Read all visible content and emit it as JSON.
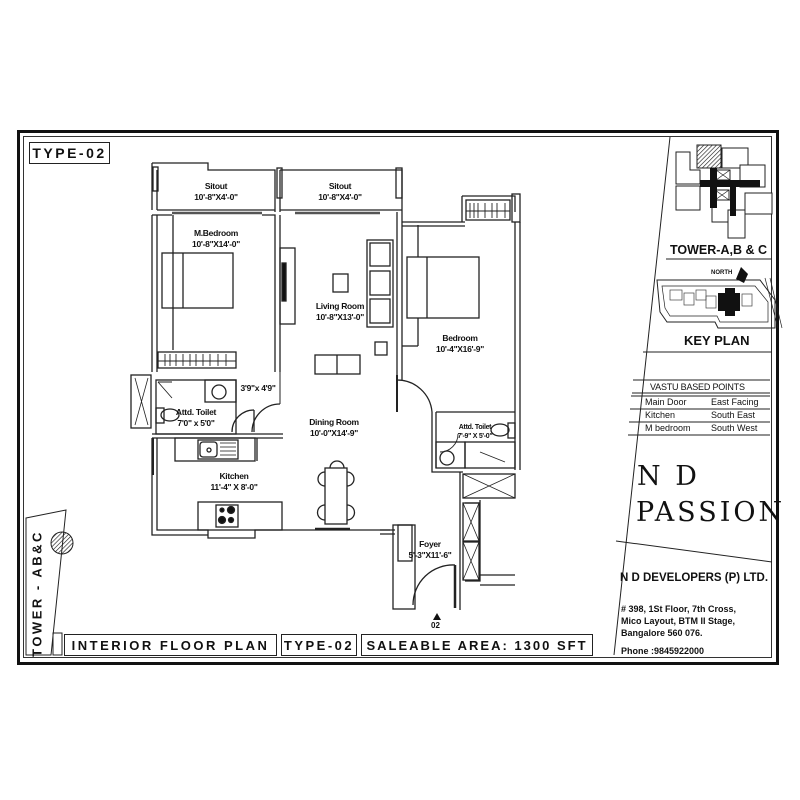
{
  "header": {
    "type_label": "TYPE-02"
  },
  "rooms": [
    {
      "id": "sitout-1",
      "name": "Sitout",
      "size": "10'-8\"X4'-0\""
    },
    {
      "id": "sitout-2",
      "name": "Sitout",
      "size": "10'-8\"X4'-0\""
    },
    {
      "id": "master-bedroom",
      "name": "M.Bedroom",
      "size": "10'-8\"X14'-0\""
    },
    {
      "id": "living-room",
      "name": "Living Room",
      "size": "10'-8\"X13'-0\""
    },
    {
      "id": "bedroom",
      "name": "Bedroom",
      "size": "10'-4\"X16'-9\""
    },
    {
      "id": "utility",
      "name": "",
      "size": "3'9\"x 4'9\""
    },
    {
      "id": "attd-toilet-1",
      "name": "Attd. Toilet",
      "size": "7'0\" x 5'0\""
    },
    {
      "id": "dining-room",
      "name": "Dining Room",
      "size": "10'-0\"X14'-9\""
    },
    {
      "id": "attd-toilet-2",
      "name": "Attd. Toilet",
      "size": "7'-9\" X 5'-0\""
    },
    {
      "id": "kitchen",
      "name": "Kitchen",
      "size": "11'-4\" X 8'-0\""
    },
    {
      "id": "foyer",
      "name": "Foyer",
      "size": "5'-3\"X11'-6\""
    }
  ],
  "entrance_marker": "02",
  "key_plan": {
    "tower_label": "TOWER-A,B & C",
    "north_label": "NORTH",
    "title": "KEY PLAN"
  },
  "vastu": {
    "title": "VASTU BASED POINTS",
    "rows": [
      {
        "item": "Main Door",
        "direction": "East Facing"
      },
      {
        "item": "Kitchen",
        "direction": "South East"
      },
      {
        "item": "M bedroom",
        "direction": "South West"
      }
    ]
  },
  "brand": {
    "line1": "N D",
    "line2": "PASSION"
  },
  "developer": {
    "name": "N D DEVELOPERS (P) LTD.",
    "address_lines": [
      "# 398, 1St Floor, 7th Cross,",
      "Mico Layout, BTM II Stage,",
      "Bangalore 560 076."
    ],
    "phone": "Phone :9845922000"
  },
  "side_label": "TOWER - AB&C",
  "footer": {
    "plan_title": "INTERIOR FLOOR PLAN",
    "type": "TYPE-02",
    "saleable_area": "SALEABLE AREA: 1300 SFT"
  }
}
